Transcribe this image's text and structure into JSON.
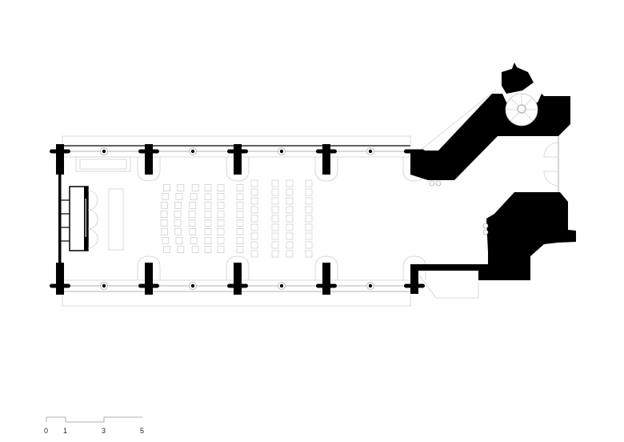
{
  "drawing": {
    "type": "architectural floor plan",
    "ink_color": "#000000",
    "light_line_color": "#cfcfcf"
  },
  "scale_bar": {
    "labels": [
      "0",
      "1",
      "3",
      "5"
    ]
  }
}
